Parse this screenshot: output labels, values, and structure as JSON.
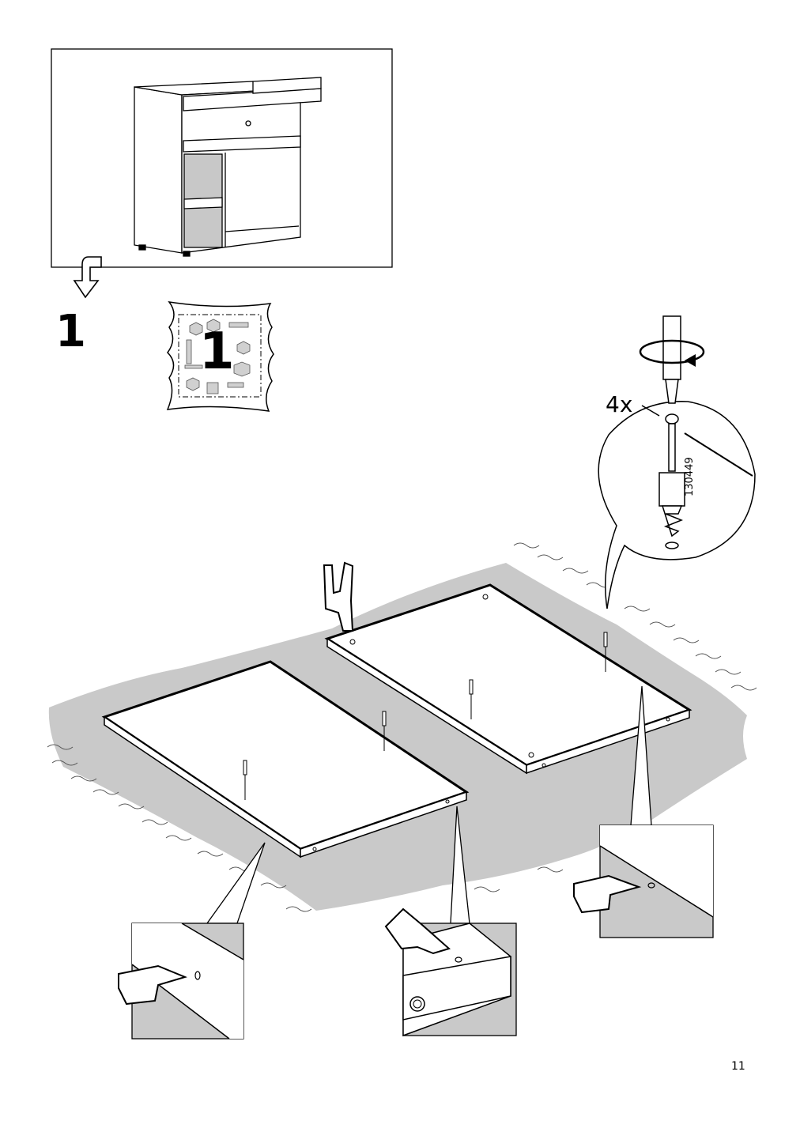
{
  "step": {
    "number": "1"
  },
  "hardware_bag": {
    "label": "1"
  },
  "callout": {
    "quantity": "4x",
    "part_number": "130449"
  },
  "page": {
    "number": "11"
  }
}
